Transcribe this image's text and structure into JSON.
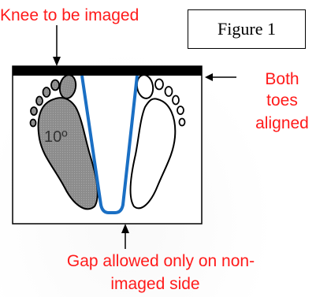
{
  "labels": {
    "knee": "Knee to be imaged",
    "figure": "Figure 1",
    "both": "Both",
    "toes": "toes",
    "aligned": "aligned",
    "gap_line1": "Gap allowed only on non-",
    "gap_line2": "imaged side",
    "angle": "10º"
  },
  "colors": {
    "annotation": "#ff1a1a",
    "guide_line": "#1a6fc4",
    "imaged_foot_fill": "#8c8c8c",
    "other_foot_fill": "#ffffff",
    "top_bar": "#000000"
  },
  "icons": {
    "left_foot": "left-footprint-shaded",
    "right_foot": "right-footprint-outline",
    "arrows": [
      "arrow-down",
      "arrow-left",
      "arrow-up"
    ]
  }
}
